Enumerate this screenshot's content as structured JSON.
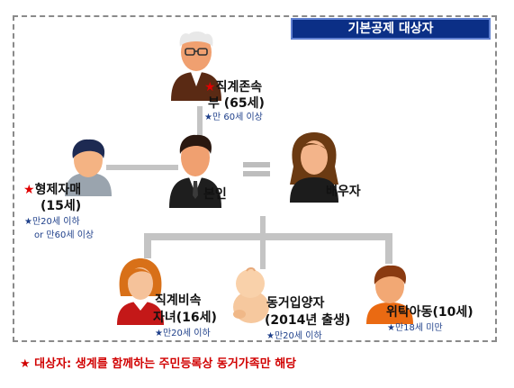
{
  "title": "기본공제 대상자",
  "star": "★",
  "parent": {
    "label": "직계존속",
    "age": "부 (65세)",
    "condition": "★만 60세 이상"
  },
  "sibling": {
    "label": "형제자매",
    "age": "(15세)",
    "condition_1": "★만20세 이하",
    "condition_2": "or 만60세 이상"
  },
  "self": {
    "label": "본인"
  },
  "spouse": {
    "label": "배우자"
  },
  "child": {
    "label": "직계비속",
    "age": "자녀(16세)",
    "condition": "★만20세 이하"
  },
  "adopted": {
    "label": "동거입양자",
    "age": "(2014년 출생)",
    "condition": "★만20세 이하"
  },
  "foster": {
    "label": "위탁아동(10세)",
    "condition": "★만18세 미만"
  },
  "footer": "★ 대상자: 생계를 함께하는 주민등록상 동거가족만 해당",
  "colors": {
    "title_bg": "#0b2f86",
    "star": "#e00000",
    "condition_text": "#1e3f8a",
    "connector": "#c4c4c4"
  },
  "icons": [
    "elderly-man-icon",
    "boy-icon",
    "businessman-icon",
    "woman-icon",
    "girl-icon",
    "baby-icon",
    "child-icon"
  ]
}
